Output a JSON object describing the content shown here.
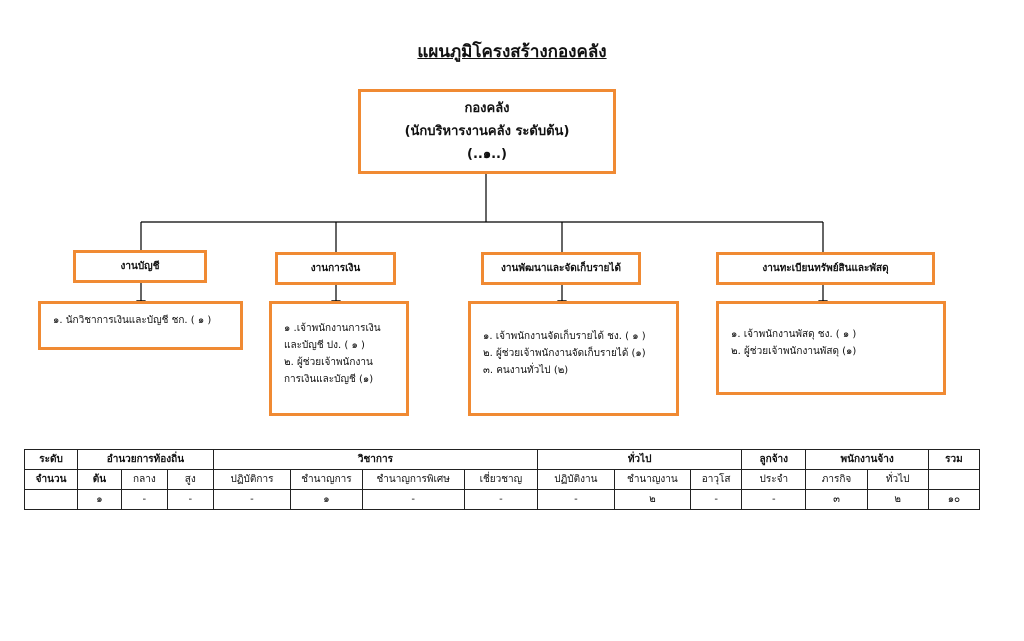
{
  "title": "แผนภูมิโครงสร้างกองคลัง",
  "top": {
    "name": "กองคลัง",
    "position": "(นักบริหารงานคลัง ระดับต้น)",
    "count": "(..๑..)"
  },
  "units": [
    {
      "name": "งานบัญชี",
      "items": [
        "๑. นักวิชาการเงินและบัญชี ชก. ( ๑ )"
      ]
    },
    {
      "name": "งานการเงิน",
      "items": [
        "๑ .เจ้าพนักงานการเงิน",
        "และบัญชี ปง. ( ๑ )",
        "๒. ผู้ช่วยเจ้าพนักงาน",
        "การเงินและบัญชี  (๑)"
      ]
    },
    {
      "name": "งานพัฒนาและจัดเก็บรายได้",
      "items": [
        "๑. เจ้าพนักงานจัดเก็บรายได้  ชง. ( ๑ )",
        "๒. ผู้ช่วยเจ้าพนักงานจัดเก็บรายได้ (๑)",
        "๓. คนงานทั่วไป (๒)"
      ]
    },
    {
      "name": "งานทะเบียนทรัพย์สินและพัสดุ",
      "items": [
        "๑. เจ้าพนักงานพัสดุ  ชง. ( ๑ )",
        "๒. ผู้ช่วยเจ้าพนักงานพัสดุ (๑)"
      ]
    }
  ],
  "table": {
    "row1": {
      "level": "ระดับ",
      "local": "อำนวยการท้องถิ่น",
      "academic": "วิชาการ",
      "general": "ทั่วไป",
      "regular": "ลูกจ้าง",
      "employee": "พนักงานจ้าง",
      "total": "รวม"
    },
    "row2": [
      "จำนวน",
      "ต้น",
      "กลาง",
      "สูง",
      "ปฏิบัติการ",
      "ชำนาญการ",
      "ชำนาญการพิเศษ",
      "เชี่ยวชาญ",
      "ปฏิบัติงาน",
      "ชำนาญงาน",
      "อาวุโส",
      "ประจำ",
      "ภารกิจ",
      "ทั่วไป",
      ""
    ],
    "row3": [
      "",
      "๑",
      "-",
      "-",
      "-",
      "๑",
      "-",
      "-",
      "-",
      "๒",
      "-",
      "-",
      "๓",
      "๒",
      "๑๐"
    ]
  },
  "colors": {
    "box_border": "#f08a33",
    "line": "#000000"
  }
}
